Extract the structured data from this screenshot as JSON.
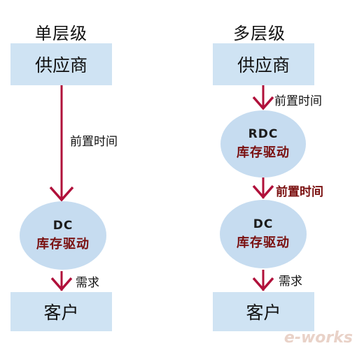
{
  "left": {
    "heading": "单层级",
    "supplier": "供应商",
    "lead_time": "前置时间",
    "node_top": "DC",
    "node_bottom": "库存驱动",
    "demand": "需求",
    "customer": "客户"
  },
  "right": {
    "heading": "多层级",
    "supplier": "供应商",
    "lead_time_1": "前置时间",
    "rdc_top": "RDC",
    "rdc_bottom": "库存驱动",
    "lead_time_2": "前置时间",
    "dc_top": "DC",
    "dc_bottom": "库存驱动",
    "demand": "需求",
    "customer": "客户"
  },
  "logo": "e-works",
  "colors": {
    "box": "#cfe3f3",
    "ellipse": "#c6dcf0",
    "arrow": "#b0103a",
    "emphasis_text": "#7a1010"
  }
}
